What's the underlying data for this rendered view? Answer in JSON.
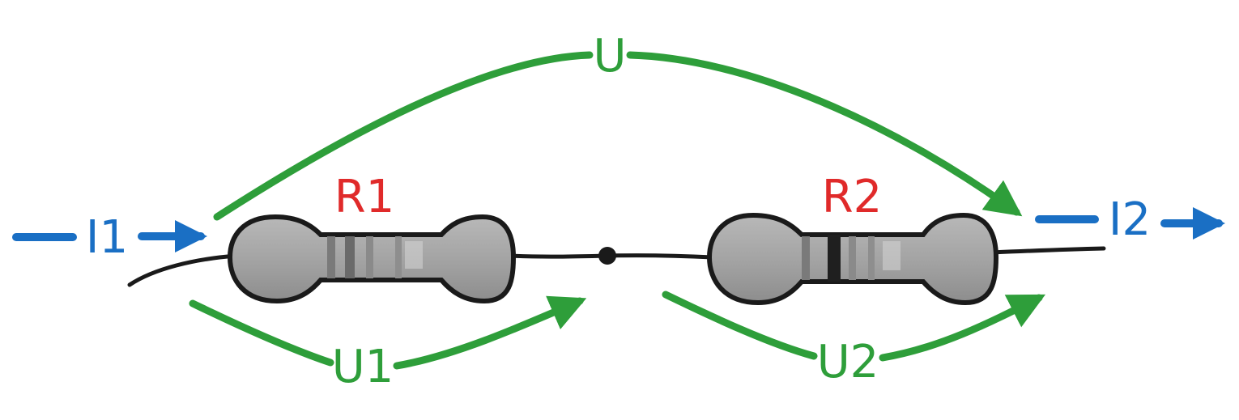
{
  "diagram": {
    "labels": {
      "current_in": "I1",
      "current_out": "I2",
      "resistor_1": "R1",
      "resistor_2": "R2",
      "voltage_total": "U",
      "voltage_1": "U1",
      "voltage_2": "U2"
    },
    "colors": {
      "current": "#1a6fc4",
      "voltage": "#2e9e3a",
      "resistor_label": "#e02a2a",
      "wire": "#1a1a1a",
      "resistor_body": "#a9a9a9"
    }
  }
}
